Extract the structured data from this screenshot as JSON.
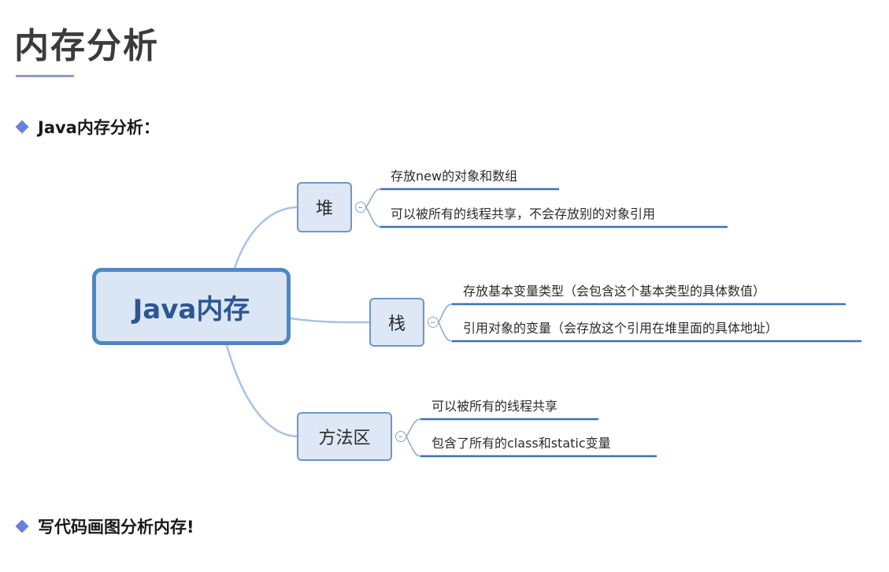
{
  "page": {
    "title": "内存分析",
    "bullet_1": "Java内存分析：",
    "bullet_2": "写代码画图分析内存!"
  },
  "mindmap": {
    "root": "Java内存",
    "branches": [
      {
        "label": "堆",
        "items": [
          "存放new的对象和数组",
          "可以被所有的线程共享，不会存放别的对象引用"
        ]
      },
      {
        "label": "栈",
        "items": [
          "存放基本变量类型（会包含这个基本类型的具体数值）",
          "引用对象的变量（会存放这个引用在堆里面的具体地址）"
        ]
      },
      {
        "label": "方法区",
        "items": [
          "可以被所有的线程共享",
          "包含了所有的class和static变量"
        ]
      }
    ]
  },
  "colors": {
    "root_border": "#4f86c6",
    "branch_border": "#6f96c9",
    "leaf_underline": "#3f6fb5",
    "connector": "#a8c3e6",
    "bullet": "#6a7fe0"
  }
}
